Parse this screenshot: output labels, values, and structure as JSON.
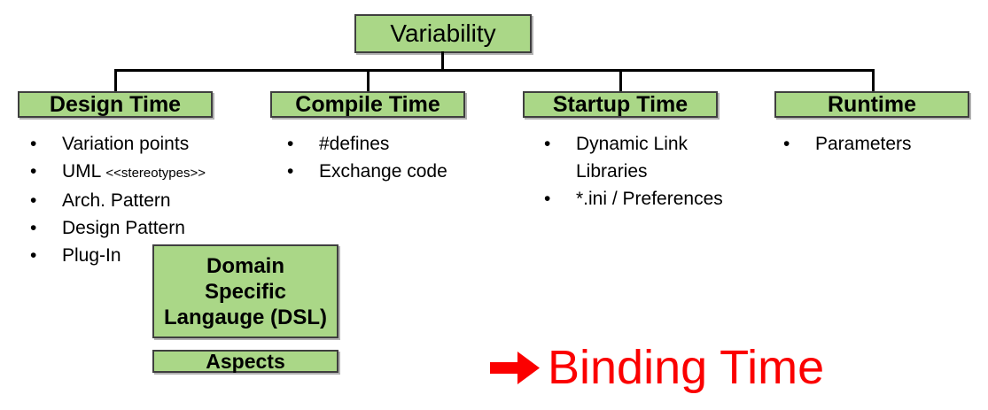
{
  "slide": {
    "root": {
      "label": "Variability"
    },
    "branches": [
      {
        "header": "Design Time",
        "items": [
          {
            "text": "Variation points"
          },
          {
            "text": "UML",
            "small": "<<stereotypes>>"
          },
          {
            "text": "Arch. Pattern"
          },
          {
            "text": "Design Pattern"
          },
          {
            "text": "Plug-In"
          }
        ]
      },
      {
        "header": "Compile Time",
        "items": [
          {
            "text": "#defines"
          },
          {
            "text": "Exchange code"
          }
        ]
      },
      {
        "header": "Startup Time",
        "items": [
          {
            "text": "Dynamic Link Libraries"
          },
          {
            "text": "*.ini / Preferences"
          }
        ]
      },
      {
        "header": "Runtime",
        "items": [
          {
            "text": "Parameters"
          }
        ]
      }
    ],
    "dsl_box": {
      "lines": [
        "Domain",
        "Specific",
        "Langauge (DSL)"
      ]
    },
    "aspects_box": {
      "label": "Aspects"
    },
    "annotation": {
      "icon": "right-arrow-icon",
      "label": "Binding Time"
    },
    "colors": {
      "box_fill": "#aad787",
      "box_border": "#3f3f3f",
      "connector_line": "#000000",
      "annotation_red": "#fb0000"
    }
  }
}
